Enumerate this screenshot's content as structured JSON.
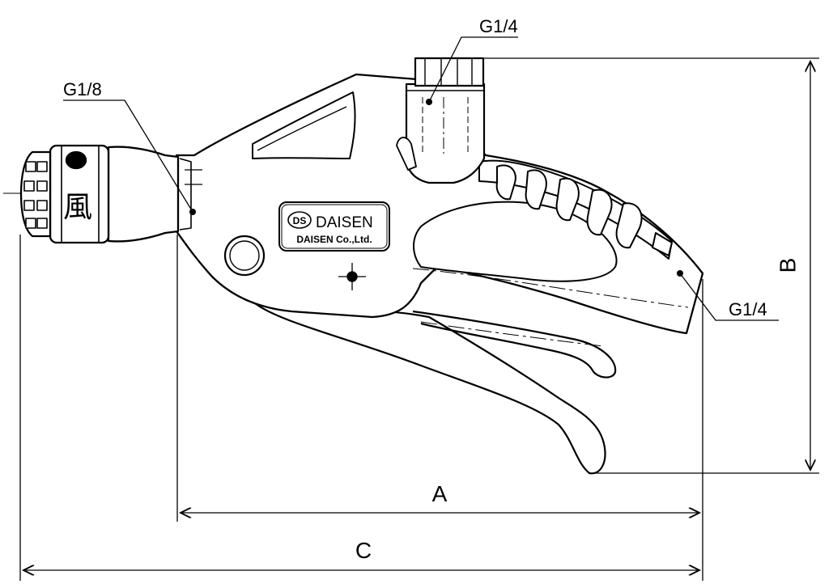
{
  "callouts": {
    "g18": "G1/8",
    "g14_top": "G1/4",
    "g14_right": "G1/4"
  },
  "dimensions": {
    "a": "A",
    "b": "B",
    "c": "C"
  },
  "logo": {
    "brand": "DAISEN",
    "badge": "DS",
    "company": "DAISEN Co.,Ltd."
  },
  "nozzle_mark": "風",
  "colors": {
    "line": "#000000",
    "background": "#ffffff"
  }
}
